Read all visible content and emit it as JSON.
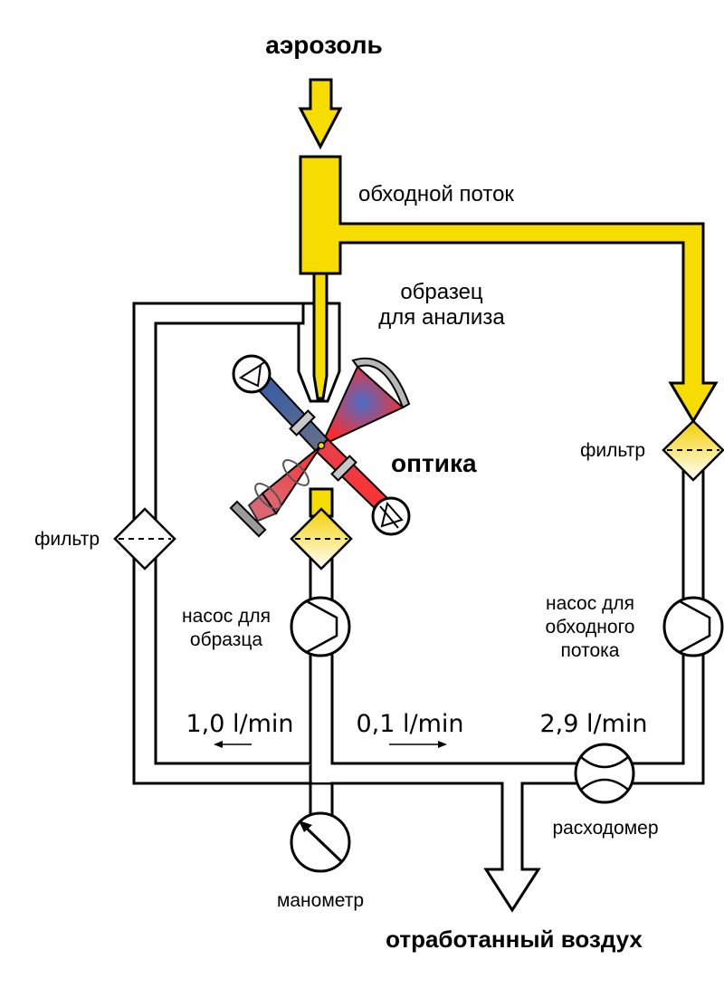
{
  "labels": {
    "aerosol": "аэрозоль",
    "bypass_flow": "обходной поток",
    "sample_line1": "образец",
    "sample_line2": "для анализа",
    "optics": "оптика",
    "filter_right": "фильтр",
    "filter_left": "фильтр",
    "sample_pump_line1": "насос для",
    "sample_pump_line2": "образца",
    "bypass_pump_line1": "насос для",
    "bypass_pump_line2": "обходного",
    "bypass_pump_line3": "потока",
    "flow_left": "1,0 l/min",
    "flow_mid": "0,1 l/min",
    "flow_right": "2,9 l/min",
    "flowmeter": "расходомер",
    "manometer": "манометр",
    "exhaust": "отработанный воздух"
  },
  "colors": {
    "aerosol_yellow": "#f7dc00",
    "laser_red": "#f0343c",
    "detector_blue": "#3a5e98"
  }
}
